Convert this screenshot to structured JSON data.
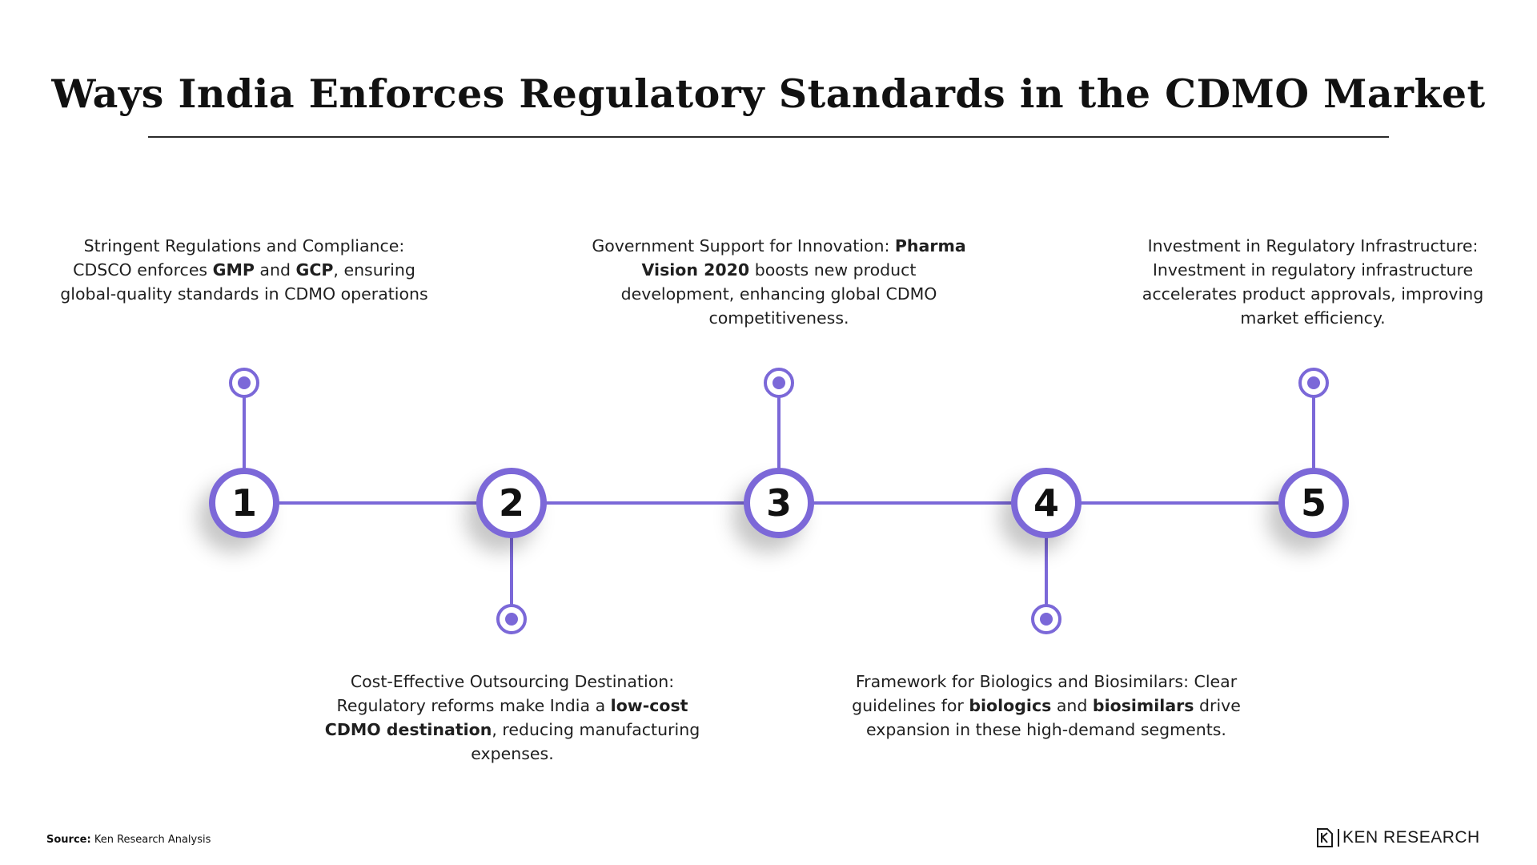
{
  "title": "Ways India Enforces Regulatory Standards in the CDMO Market",
  "accent_color": "#7b68d8",
  "steps": [
    {
      "number": "1",
      "parts": [
        {
          "text": "Stringent Regulations and Compliance:"
        },
        {
          "text": "CDSCO enforces "
        },
        {
          "text": "GMP",
          "bold": true
        },
        {
          "text": " and "
        },
        {
          "text": "GCP",
          "bold": true
        },
        {
          "text": ", ensuring global-quality standards in CDMO operations"
        }
      ]
    },
    {
      "number": "2",
      "parts": [
        {
          "text": "Cost-Effective Outsourcing Destination:"
        },
        {
          "text": "Regulatory reforms make India a "
        },
        {
          "text": "low-cost CDMO destination",
          "bold": true
        },
        {
          "text": ", reducing manufacturing expenses."
        }
      ]
    },
    {
      "number": "3",
      "parts": [
        {
          "text": "Government Support for Innovation: "
        },
        {
          "text": "Pharma Vision 2020",
          "bold": true
        },
        {
          "text": " boosts new product development, enhancing global CDMO competitiveness."
        }
      ]
    },
    {
      "number": "4",
      "parts": [
        {
          "text": "Framework for Biologics and Biosimilars: Clear guidelines for "
        },
        {
          "text": "biologics",
          "bold": true
        },
        {
          "text": " and "
        },
        {
          "text": "biosimilars",
          "bold": true
        },
        {
          "text": " drive expansion in these high-demand segments."
        }
      ]
    },
    {
      "number": "5",
      "parts": [
        {
          "text": "Investment in Regulatory Infrastructure:"
        },
        {
          "text": "Investment in regulatory infrastructure accelerates product approvals, improving market efficiency."
        }
      ]
    }
  ],
  "footer": {
    "source_label": "Source:",
    "source_text": "Ken Research Analysis",
    "brand": "KEN RESEARCH"
  }
}
